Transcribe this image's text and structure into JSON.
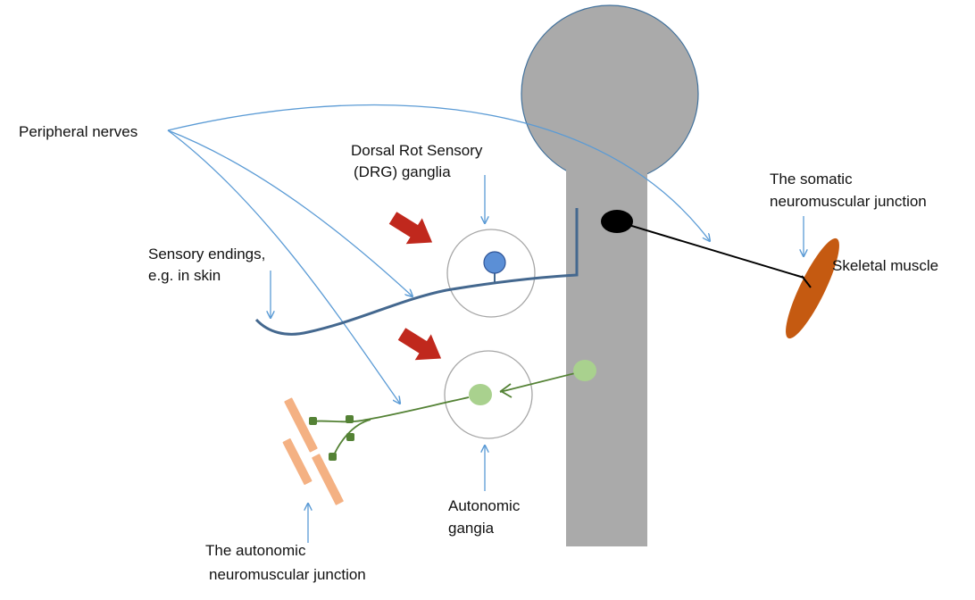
{
  "labels": {
    "peripheral_nerves": "Peripheral nerves",
    "drg_line1": "Dorsal Rot Sensory",
    "drg_line2": "(DRG) ganglia",
    "sensory_line1": "Sensory endings,",
    "sensory_line2": "e.g. in skin",
    "somatic_line1": "The somatic",
    "somatic_line2": "neuromuscular junction",
    "skeletal_muscle": "Skeletal muscle",
    "autonomic_ganglia_line1": "Autonomic",
    "autonomic_ganglia_line2": "gangia",
    "autonomic_nmj_line1": "The autonomic",
    "autonomic_nmj_line2": "neuromuscular junction"
  },
  "colors": {
    "spinal_cord": "#aaaaaa",
    "spinal_cord_outline": "#41719c",
    "pointer_arrow": "#5b9bd5",
    "sensory_nerve": "#44688f",
    "drg_soma": "#5b8fd6",
    "ganglion_outline": "#a6a6a6",
    "autonomic_fiber": "#548235",
    "autonomic_soma": "#a9d18e",
    "varicosity": "#548235",
    "smooth_muscle": "#f4b183",
    "skeletal_muscle": "#c55a11",
    "motor_neuron": "#000000",
    "emphasis_arrow": "#c0281d"
  }
}
